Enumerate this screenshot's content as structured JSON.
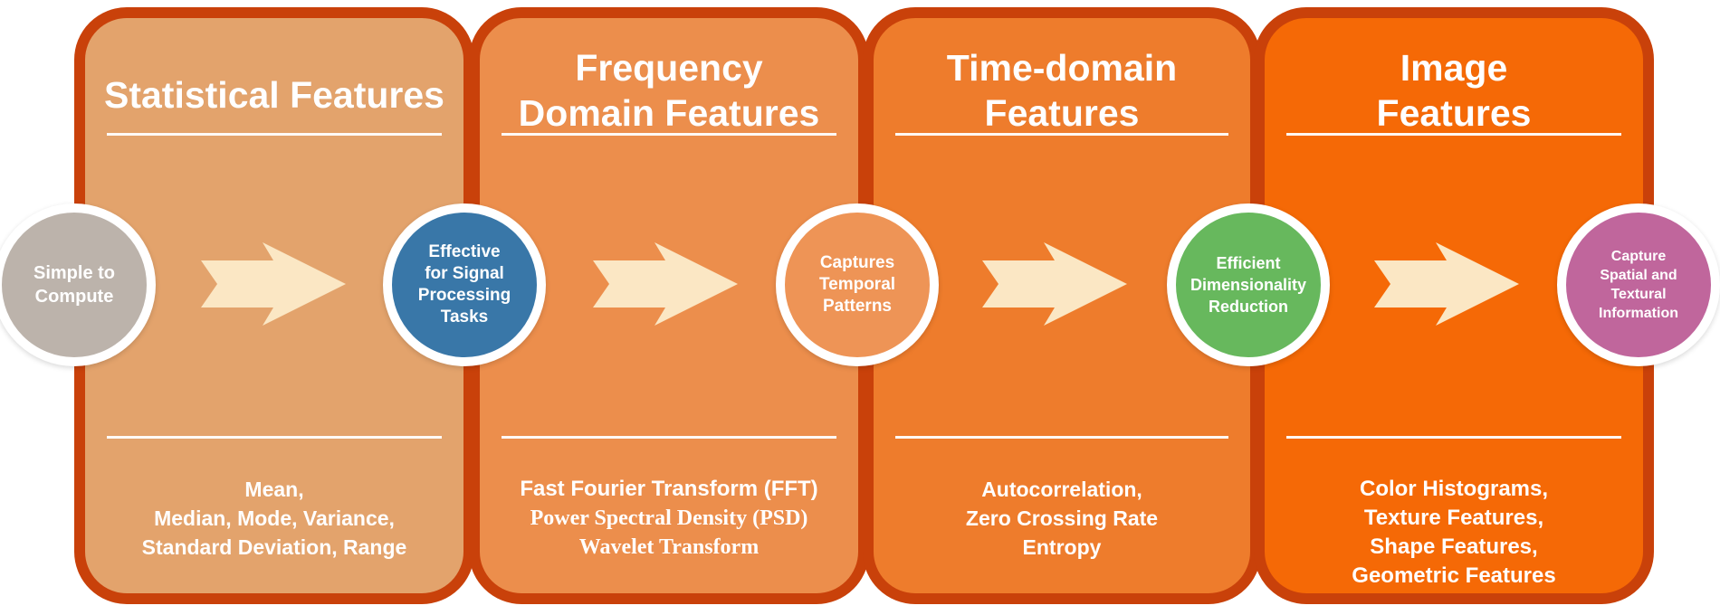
{
  "panels": [
    {
      "title": "Statistical Features",
      "items": "Mean,\nMedian, Mode, Variance,\nStandard Deviation, Range",
      "color": "#e3a36c"
    },
    {
      "title": "Frequency\nDomain Features",
      "items": "Fast Fourier Transform (FFT)\nPower Spectral Density (PSD)\nWavelet Transform",
      "color": "#ec8e4c"
    },
    {
      "title": "Time-domain\nFeatures",
      "items": "Autocorrelation,\nZero Crossing Rate\nEntropy",
      "color": "#ee7c2c"
    },
    {
      "title": "Image\nFeatures",
      "items": "Color Histograms,\nTexture Features,\nShape Features,\nGeometric Features",
      "color": "#f56906"
    }
  ],
  "nodes": [
    {
      "label": "Simple to\nCompute",
      "color": "#bcb3ab"
    },
    {
      "label": "Effective\nfor Signal\nProcessing\nTasks",
      "color": "#3977a8"
    },
    {
      "label": "Captures\nTemporal\nPatterns",
      "color": "#ee9456"
    },
    {
      "label": "Efficient\nDimensionality\nReduction",
      "color": "#67b85d"
    },
    {
      "label": "Capture\nSpatial and\nTextural\nInformation",
      "color": "#c0669c"
    }
  ],
  "colors": {
    "panel_border": "#c9410a",
    "arrow_fill": "#fbe7c4",
    "divider": "#ffffff"
  }
}
